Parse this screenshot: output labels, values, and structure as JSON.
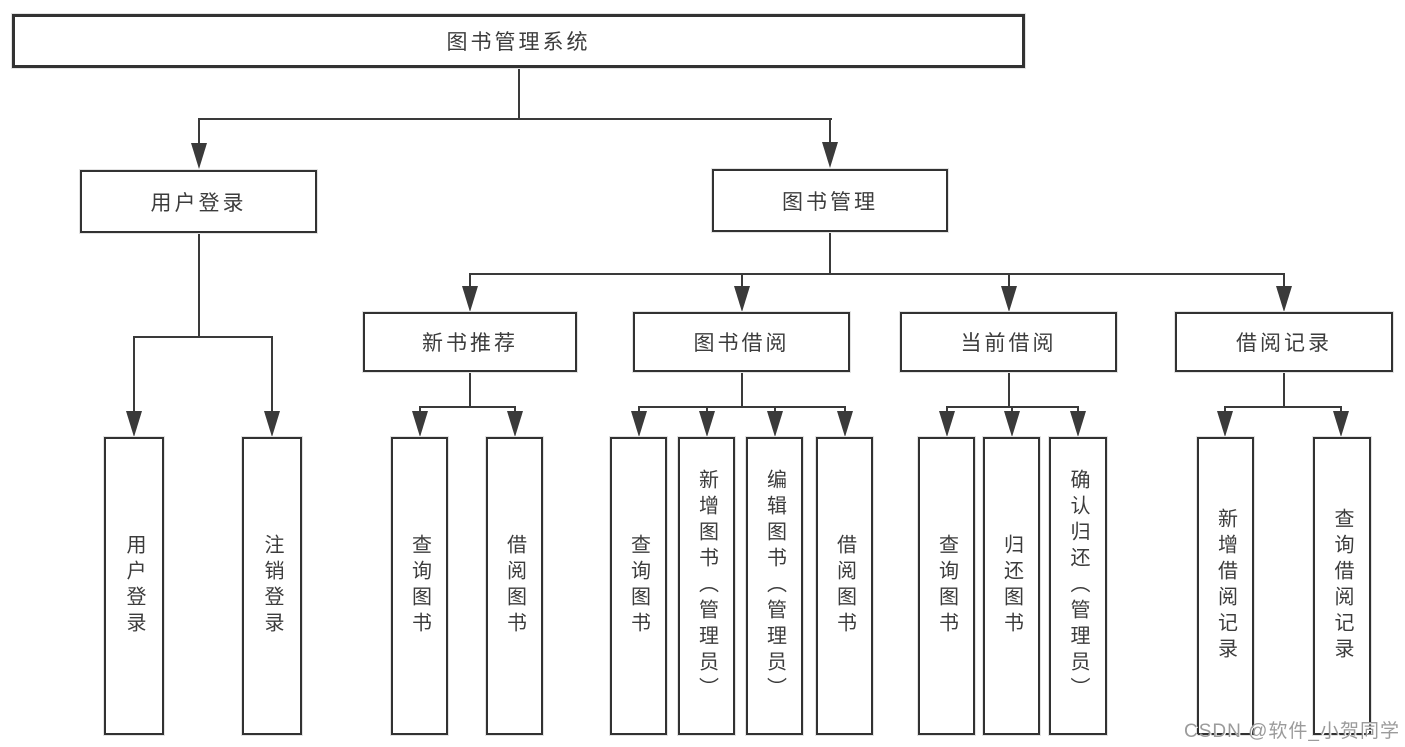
{
  "diagram": {
    "title": "图书管理系统",
    "type": "hierarchy-tree"
  },
  "tree": {
    "root": {
      "label": "图书管理系统"
    },
    "branches": [
      {
        "label": "用户登录",
        "children": [
          {
            "label": "用户登录"
          },
          {
            "label": "注销登录"
          }
        ]
      },
      {
        "label": "图书管理",
        "children": [
          {
            "label": "新书推荐",
            "children": [
              {
                "label": "查询图书"
              },
              {
                "label": "借阅图书"
              }
            ]
          },
          {
            "label": "图书借阅",
            "children": [
              {
                "label": "查询图书"
              },
              {
                "label": "新增图书（管理员）"
              },
              {
                "label": "编辑图书（管理员）"
              },
              {
                "label": "借阅图书"
              }
            ]
          },
          {
            "label": "当前借阅",
            "children": [
              {
                "label": "查询图书"
              },
              {
                "label": "归还图书"
              },
              {
                "label": "确认归还（管理员）"
              }
            ]
          },
          {
            "label": "借阅记录",
            "children": [
              {
                "label": "新增借阅记录"
              },
              {
                "label": "查询借阅记录"
              }
            ]
          }
        ]
      }
    ]
  },
  "watermark": {
    "text": "CSDN @软件_小贺同学"
  },
  "colors": {
    "background": "#ffffff",
    "line": "#3a3a3a",
    "box_border": "#323232",
    "text": "#3c3c3c",
    "watermark": "#9b9b9b"
  }
}
